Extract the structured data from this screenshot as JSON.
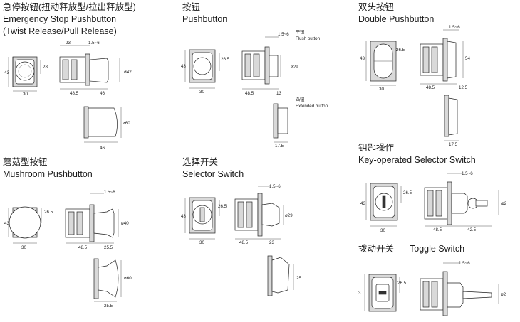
{
  "sections": {
    "emergency": {
      "title_cn": "急停按钮(扭动释放型/拉出释放型)",
      "title_en": "Emergency Stop Pushbutton",
      "subtitle_en": "(Twist Release/Pull Release)",
      "dims": [
        "23",
        "1.5~6",
        "28",
        "43",
        "30",
        "48.5",
        "46",
        "ø42",
        "ø60",
        "46"
      ]
    },
    "pushbutton": {
      "title_cn": "按钮",
      "title_en": "Pushbutton",
      "dims": [
        "1.5~6",
        "26.5",
        "43",
        "ø29",
        "30",
        "48.5",
        "13",
        "17.5"
      ],
      "flush_cn": "平钮",
      "flush_en": "Flush button",
      "extended_cn": "凸钮",
      "extended_en": "Extended button"
    },
    "double": {
      "title_cn": "双头按钮",
      "title_en": "Double Pushbutton",
      "dims": [
        "1.5~6",
        "26.5",
        "43",
        "54",
        "30",
        "48.5",
        "12.5",
        "17.5"
      ]
    },
    "mushroom": {
      "title_cn": "蘑菇型按钮",
      "title_en": "Mushroom Pushbutton",
      "dims": [
        "1.5~6",
        "26.5",
        "43",
        "ø40",
        "30",
        "48.5",
        "25.5",
        "ø60",
        "25.5"
      ]
    },
    "selector": {
      "title_cn": "选择开关",
      "title_en": "Selector Switch",
      "dims": [
        "1.5~6",
        "26.5",
        "43",
        "ø29",
        "30",
        "48.5",
        "23",
        "25"
      ]
    },
    "key": {
      "title_cn": "钥匙操作",
      "title_en": "Key-operated Selector Switch",
      "dims": [
        "1.5~6",
        "26.5",
        "43",
        "ø2",
        "30",
        "48.5",
        "42.5"
      ]
    },
    "toggle": {
      "title_cn": "拨动开关",
      "title_en": "Toggle Switch",
      "dims": [
        "1.5~6",
        "26.5",
        "3",
        "ø2"
      ]
    }
  }
}
